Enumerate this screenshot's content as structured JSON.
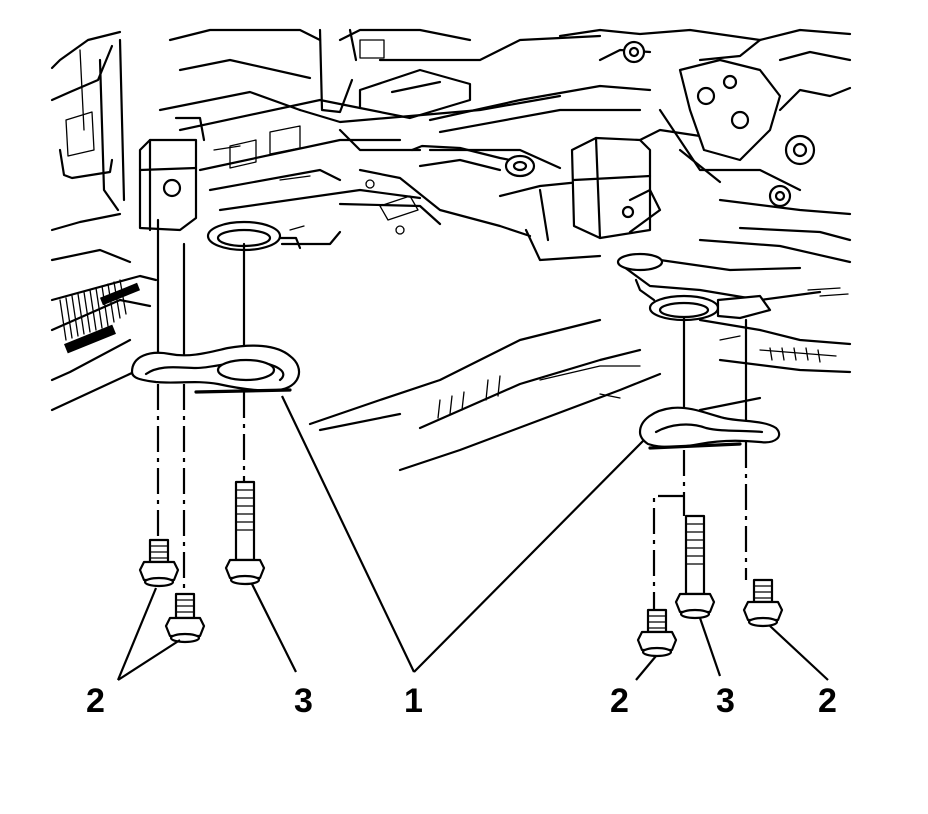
{
  "callouts": {
    "c1": "2",
    "c2": "3",
    "c3": "1",
    "c4": "2",
    "c5": "3",
    "c6": "2"
  },
  "colors": {
    "ink": "#000000",
    "paper": "#ffffff"
  }
}
